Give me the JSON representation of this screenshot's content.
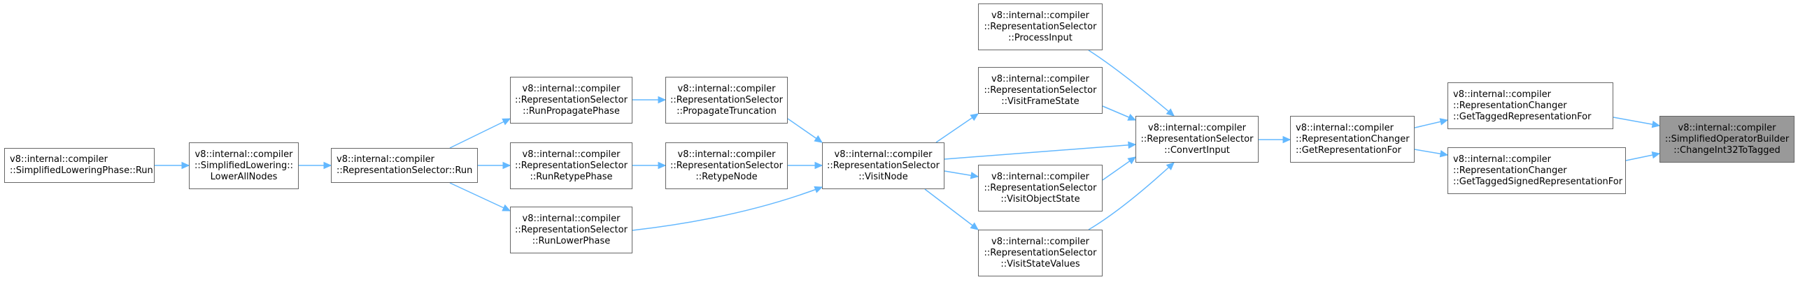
{
  "graph": {
    "colors": {
      "edge": "#63b8ff",
      "node_border": "#666666",
      "current_node_fill": "#999999"
    },
    "nodes": [
      {
        "id": "n1",
        "lines": [
          "v8::internal::compiler",
          "::SimplifiedLoweringPhase::Run"
        ]
      },
      {
        "id": "n2",
        "lines": [
          "v8::internal::compiler",
          "::SimplifiedLowering::",
          "LowerAllNodes"
        ]
      },
      {
        "id": "n3",
        "lines": [
          "v8::internal::compiler",
          "::RepresentationSelector::Run"
        ]
      },
      {
        "id": "n4",
        "lines": [
          "v8::internal::compiler",
          "::RepresentationSelector",
          "::RunPropagatePhase"
        ]
      },
      {
        "id": "n5",
        "lines": [
          "v8::internal::compiler",
          "::RepresentationSelector",
          "::RunRetypePhase"
        ]
      },
      {
        "id": "n6",
        "lines": [
          "v8::internal::compiler",
          "::RepresentationSelector",
          "::RunLowerPhase"
        ]
      },
      {
        "id": "n7",
        "lines": [
          "v8::internal::compiler",
          "::RepresentationSelector",
          "::PropagateTruncation"
        ]
      },
      {
        "id": "n8",
        "lines": [
          "v8::internal::compiler",
          "::RepresentationSelector",
          "::RetypeNode"
        ]
      },
      {
        "id": "n9",
        "lines": [
          "v8::internal::compiler",
          "::RepresentationSelector",
          "::VisitNode"
        ]
      },
      {
        "id": "n10",
        "lines": [
          "v8::internal::compiler",
          "::RepresentationSelector",
          "::ProcessInput"
        ]
      },
      {
        "id": "n11",
        "lines": [
          "v8::internal::compiler",
          "::RepresentationSelector",
          "::VisitFrameState"
        ]
      },
      {
        "id": "n12",
        "lines": [
          "v8::internal::compiler",
          "::RepresentationSelector",
          "::VisitObjectState"
        ]
      },
      {
        "id": "n13",
        "lines": [
          "v8::internal::compiler",
          "::RepresentationSelector",
          "::VisitStateValues"
        ]
      },
      {
        "id": "n14",
        "lines": [
          "v8::internal::compiler",
          "::RepresentationSelector",
          "::ConvertInput"
        ]
      },
      {
        "id": "n15",
        "lines": [
          "v8::internal::compiler",
          "::RepresentationChanger",
          "::GetRepresentationFor"
        ]
      },
      {
        "id": "n16",
        "lines": [
          "v8::internal::compiler",
          "::RepresentationChanger",
          "::GetTaggedRepresentationFor"
        ]
      },
      {
        "id": "n17",
        "lines": [
          "v8::internal::compiler",
          "::RepresentationChanger",
          "::GetTaggedSignedRepresentationFor"
        ]
      },
      {
        "id": "n18",
        "lines": [
          "v8::internal::compiler",
          "::SimplifiedOperatorBuilder",
          "::ChangeInt32ToTagged"
        ]
      }
    ]
  }
}
